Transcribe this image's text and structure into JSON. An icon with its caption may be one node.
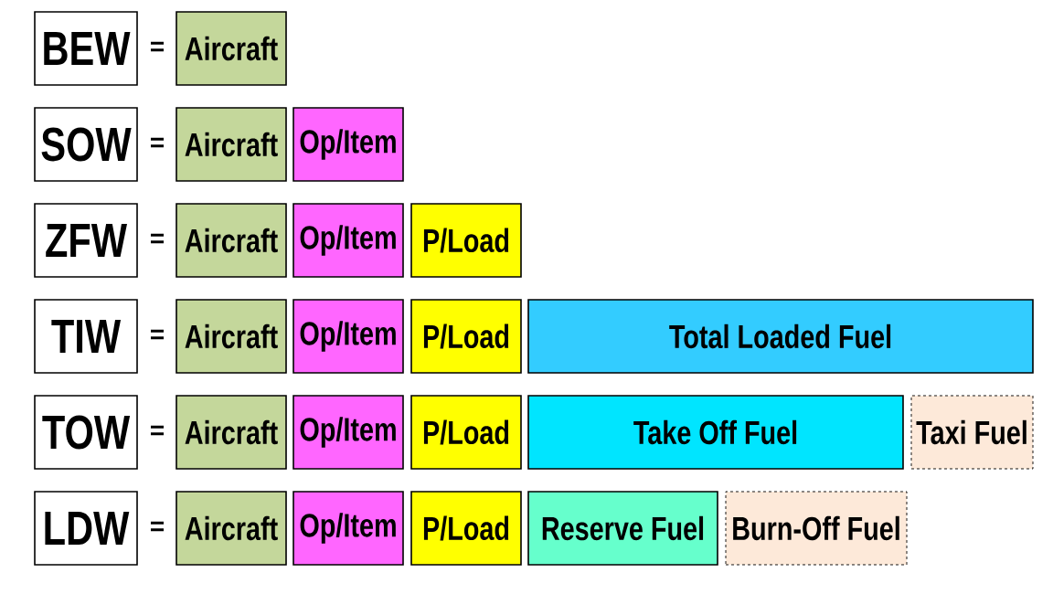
{
  "diagram": {
    "nodes": [
      {
        "text": [
          "BEW"
        ]
      },
      {
        "text": [
          "Aircraft"
        ]
      },
      {
        "text": [
          "SOW"
        ]
      },
      {
        "text": [
          "Aircraft"
        ]
      },
      {
        "text": [
          "Op/Item"
        ]
      },
      {
        "text": [
          "ZFW"
        ]
      },
      {
        "text": [
          "Aircraft"
        ]
      },
      {
        "text": [
          "Op/Item"
        ]
      },
      {
        "text": [
          "P/Load"
        ]
      },
      {
        "text": [
          "TIW"
        ]
      },
      {
        "text": [
          "Aircraft"
        ]
      },
      {
        "text": [
          "Op/Item"
        ]
      },
      {
        "text": [
          "P/Load"
        ]
      },
      {
        "text": [
          "Total Loaded Fuel"
        ]
      },
      {
        "text": [
          "TOW"
        ]
      },
      {
        "text": [
          "Aircraft"
        ]
      },
      {
        "text": [
          "Op/Item"
        ]
      },
      {
        "text": [
          "P/Load"
        ]
      },
      {
        "text": [
          "Take Off Fuel"
        ]
      },
      {
        "text": [
          "Taxi Fuel"
        ]
      },
      {
        "text": [
          "LDW"
        ]
      },
      {
        "text": [
          "Aircraft"
        ]
      },
      {
        "text": [
          "Op/Item"
        ]
      },
      {
        "text": [
          "P/Load"
        ]
      },
      {
        "text": [
          "Reserve Fuel"
        ]
      },
      {
        "text": [
          "Burn-Off Fuel"
        ]
      }
    ],
    "labels": [
      "=",
      "=",
      "=",
      "=",
      "=",
      "="
    ]
  }
}
